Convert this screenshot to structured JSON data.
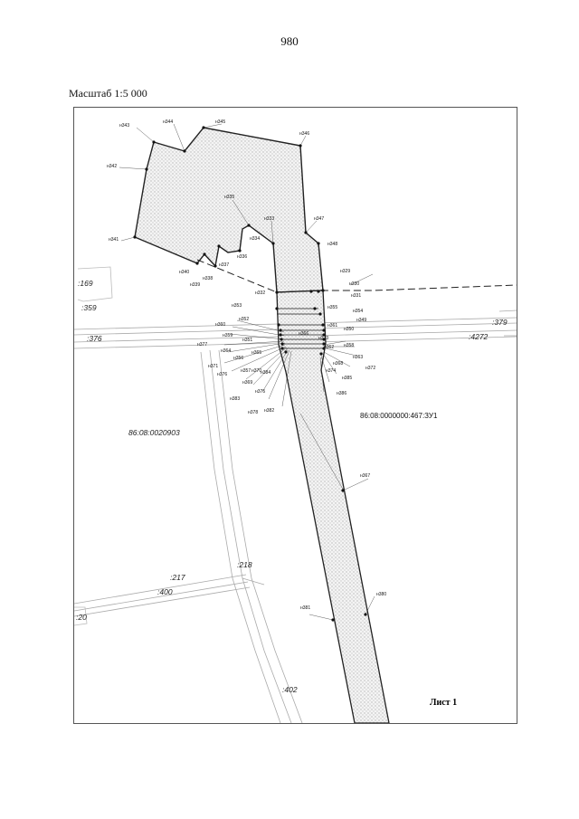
{
  "page_number": "980",
  "scale": "Масштаб 1:5 000",
  "sheet": "Лист 1",
  "object_label": "86:08:0000000:467:ЗУ1",
  "parcels": {
    "main": "86:08:0020903",
    "p169": ":169",
    "p359": ":359",
    "p376": ":376",
    "p379": ":379",
    "p4272": ":4272",
    "p217": ":217",
    "p218": ":218",
    "p400": ":400",
    "p20": ":20",
    "p402": ":402"
  },
  "points": {
    "n343": "н343",
    "n344": "н344",
    "n345": "н345",
    "n346": "н346",
    "n342": "н342",
    "n335": "н335",
    "n333": "н333",
    "n347": "н347",
    "n341": "н341",
    "n334": "н334",
    "n348": "н348",
    "n336": "н336",
    "n337": "н337",
    "n340": "н340",
    "n338": "н338",
    "n339": "н339",
    "n329": "н329",
    "n330": "н330",
    "n332": "н332",
    "n331": "н331",
    "n353": "н353",
    "n355": "н355",
    "n354": "н354",
    "n352": "н352",
    "n349": "н349",
    "n360": "н360",
    "n361": "н361",
    "n350": "н350",
    "n359": "н359",
    "n366": "н366",
    "n351": "н351",
    "n373": "н373",
    "n377": "н377",
    "n362": "н362",
    "n358": "н358",
    "n364": "н364",
    "n365": "н365",
    "n363": "н363",
    "n356": "н356",
    "n368": "н368",
    "n371": "н371",
    "n357": "н357",
    "n370": "н370",
    "n384": "н384",
    "n374": "н374",
    "n372": "н372",
    "n376": "н376",
    "n385": "н385",
    "n369": "н369",
    "n375": "н375",
    "n386": "н386",
    "n383": "н383",
    "n378": "н378",
    "n382": "н382",
    "n367": "н367",
    "n381": "н381",
    "n380": "н380"
  }
}
